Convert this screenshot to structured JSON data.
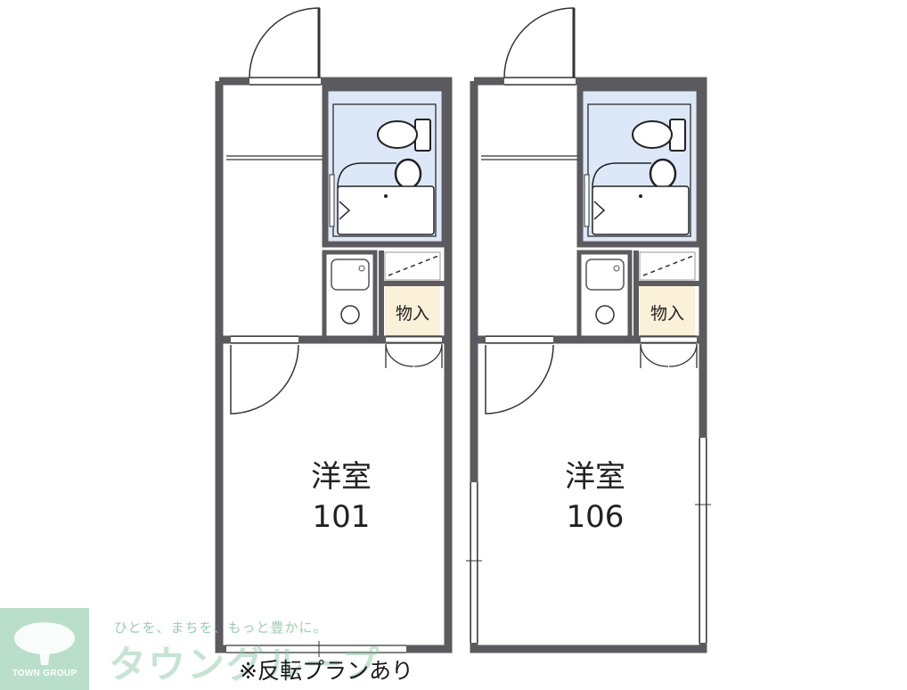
{
  "units": [
    {
      "room_type": "洋室",
      "room_number": "101",
      "storage": "物入"
    },
    {
      "room_type": "洋室",
      "room_number": "106",
      "storage": "物入"
    }
  ],
  "note": "※反転プランあり",
  "watermark": {
    "tagline": "ひとを、まちを、もっと豊かに。",
    "brand": "タウングループ",
    "logo_text": "TOWN GROUP"
  },
  "colors": {
    "wall": "#5b5b5f",
    "bath": "#dce8f8",
    "storage": "#fbf0d8",
    "brand": "#7fc4a0"
  }
}
